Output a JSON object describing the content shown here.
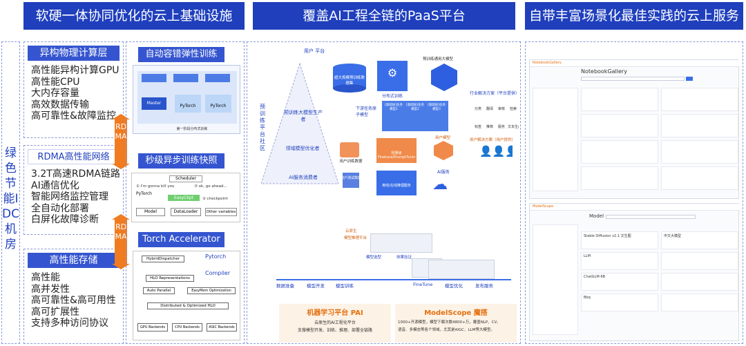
{
  "headers": {
    "left": "软硬一体协同优化的云上基础设施",
    "middle": "覆盖AI工程全链的PaaS平台",
    "right": "自带丰富场景化最佳实践的云上服务"
  },
  "green_label": "绿色节能IDC机房",
  "rdma": "RDMA",
  "left": {
    "hetero": {
      "title": "异构物理计算层",
      "lines": [
        "高性能异构计算GPU",
        "高性能CPU",
        "大内存容量",
        "高效数据传输",
        "高可靠性&故障监控"
      ]
    },
    "rdma": {
      "title": "RDMA高性能网络",
      "lines": [
        "3.2T高速RDMA链路",
        "AI通信优化",
        "智能网络监控管理",
        "全自动化部署",
        "白屏化故障诊断"
      ]
    },
    "storage": {
      "title": "高性能存储",
      "lines": [
        "高性能",
        "高并发性",
        "高可靠性&高可用性",
        "高可扩展性",
        "支持多种访问协议"
      ]
    }
  },
  "center": {
    "elastic": {
      "title": "自动容错弹性训练",
      "diag": [
        "第一阶段分布式训练"
      ],
      "cells": [
        "",
        "",
        "",
        "Master",
        "PyTorch",
        "PyTorch"
      ]
    },
    "ckpt": {
      "title": "秒级异步训练快照",
      "scheduler": "Scheduler",
      "pytorch": "PyTorch",
      "easyckpt": "EasyCkpt",
      "gonna": "① I'm gonna kill you",
      "goahead": "③ ok, go ahead...",
      "checkpoint": "② checkpoint",
      "model": "Model",
      "dataloader": "DataLoader",
      "other": "Other variables"
    },
    "torch": {
      "title": "Torch Accelerator",
      "pytorch": "Pytorch",
      "compiler": "Compiler",
      "hybrid": "HybridDispatcher",
      "hlo": "HLO Representations",
      "autoparallel": "Auto Parallel",
      "easymem": "EasyMem Optimization",
      "distributed": "Distributed & Optimized HLO",
      "gpu": "GPU Backends",
      "cpu": "CPU Backends",
      "asic": "ASIC Backends"
    }
  },
  "paas": {
    "user_platform": "用户 平台",
    "community": "预训练平台社区",
    "pyramid": [
      "预训练大模型生产者",
      "领域模型优化者",
      "AI服务消费者"
    ],
    "db": "超大规模预训练数据集",
    "distributed": "分布式训练",
    "pretrain_model": "预训练通用大模型",
    "downstream": "下游任务原子模型",
    "task_models": [
      "[基础层]任务模型1",
      "[基础层]任务模型2",
      "[基础层]任务模型3"
    ],
    "industry": "行业解决方案（平台提供）",
    "industry_icons": [
      "分类",
      "翻译",
      "审核",
      "检索",
      "标签",
      "推荐",
      "服务",
      "文本生成"
    ],
    "user_data": "用户训练数据",
    "finetune": "轻量级Finetune/PromptTuning",
    "user_model": "用户模型",
    "user_solution": "用户解决方案（用户提供）",
    "user_test": "用户测试数据",
    "inference": "离线/在线推理服务",
    "ai_service": "AI服务",
    "flow": [
      "数据准备",
      "模型开发",
      "模型训练",
      "FineTune",
      "模型优化",
      "发布服务"
    ],
    "flow_top": [
      "云原生",
      "模型选型",
      "效果验证"
    ],
    "flow_sub": "模型推理平台",
    "pai": {
      "title": "机器学习平台 PAI",
      "lines": [
        "云原生的AI工程化平台",
        "支撑模型开发、训练、推理、部署全链路"
      ]
    },
    "modelscope": {
      "title": "ModelScope 魔搭",
      "lines": [
        "1000+开源模型，模型下载次数4800+万，覆盖NLP、CV、",
        "语音、多模态等各个领域，尤其是AIGC、LLM等大模型。"
      ]
    }
  },
  "right": {
    "gallery": {
      "brand": "NotebookGallery",
      "title": "NotebookGallery"
    },
    "modelscope": {
      "brand": "ModelScope",
      "search": "Model",
      "cards": [
        "Stable Diffusion v2.1 文生图",
        "中文大模型",
        "LLM",
        "ChatGLM-6B",
        "Bbq"
      ]
    }
  }
}
